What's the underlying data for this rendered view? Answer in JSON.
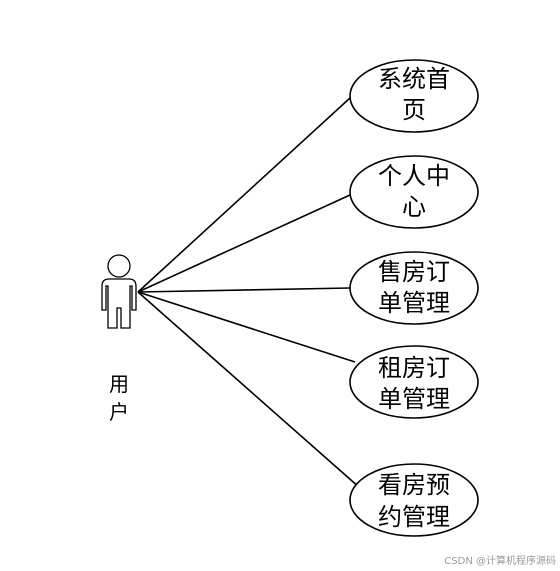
{
  "actor": {
    "label_line1": "用",
    "label_line2": "户"
  },
  "use_cases": [
    {
      "line1": "系统首",
      "line2": "页"
    },
    {
      "line1": "个人中",
      "line2": "心"
    },
    {
      "line1": "售房订",
      "line2": "单管理"
    },
    {
      "line1": "租房订",
      "line2": "单管理"
    },
    {
      "line1": "看房预",
      "line2": "约管理"
    }
  ],
  "watermark": "CSDN @计算机程序源码"
}
